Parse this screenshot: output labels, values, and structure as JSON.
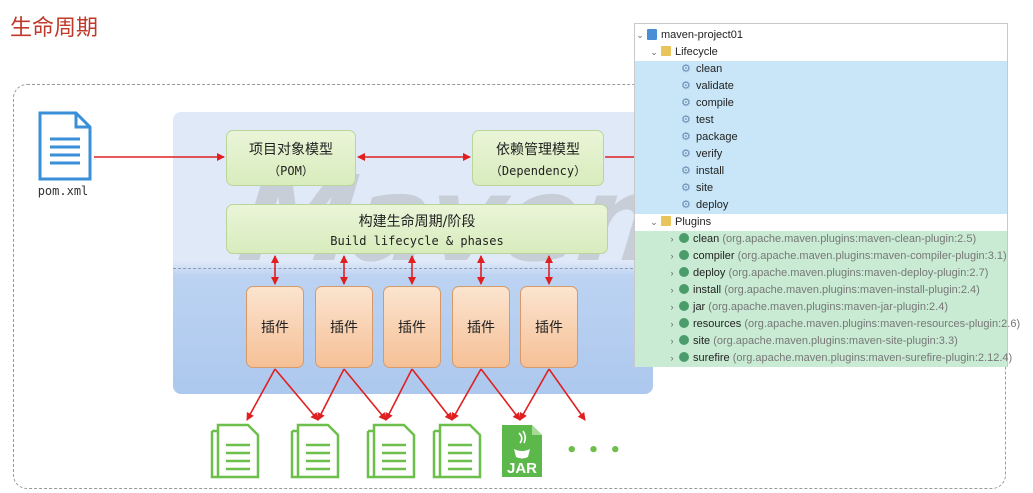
{
  "title": "生命周期",
  "pom_file": {
    "label": "pom.xml"
  },
  "pom_model": {
    "line1": "项目对象模型",
    "line2": "（POM）"
  },
  "dependency_model": {
    "line1": "依赖管理模型",
    "line2": "（Dependency）"
  },
  "build_lifecycle": {
    "line1": "构建生命周期/阶段",
    "line2": "Build lifecycle & phases"
  },
  "watermark": "Maven",
  "plugins": [
    "插件",
    "插件",
    "插件",
    "插件",
    "插件"
  ],
  "outputs": {
    "jar_label": "JAR",
    "ellipsis": "• • •"
  },
  "tree": {
    "project": "maven-project01",
    "lifecycle_label": "Lifecycle",
    "phases": [
      "clean",
      "validate",
      "compile",
      "test",
      "package",
      "verify",
      "install",
      "site",
      "deploy"
    ],
    "plugins_label": "Plugins",
    "plugins": [
      {
        "name": "clean",
        "coord": "(org.apache.maven.plugins:maven-clean-plugin:2.5)"
      },
      {
        "name": "compiler",
        "coord": "(org.apache.maven.plugins:maven-compiler-plugin:3.1)"
      },
      {
        "name": "deploy",
        "coord": "(org.apache.maven.plugins:maven-deploy-plugin:2.7)"
      },
      {
        "name": "install",
        "coord": "(org.apache.maven.plugins:maven-install-plugin:2.4)"
      },
      {
        "name": "jar",
        "coord": "(org.apache.maven.plugins:maven-jar-plugin:2.4)"
      },
      {
        "name": "resources",
        "coord": "(org.apache.maven.plugins:maven-resources-plugin:2.6)"
      },
      {
        "name": "site",
        "coord": "(org.apache.maven.plugins:maven-site-plugin:3.3)"
      },
      {
        "name": "surefire",
        "coord": "(org.apache.maven.plugins:maven-surefire-plugin:2.12.4)"
      }
    ]
  },
  "colors": {
    "arrow": "#e02020",
    "doc_green": "#6dbf4b",
    "doc_blue": "#3a8fd8"
  }
}
